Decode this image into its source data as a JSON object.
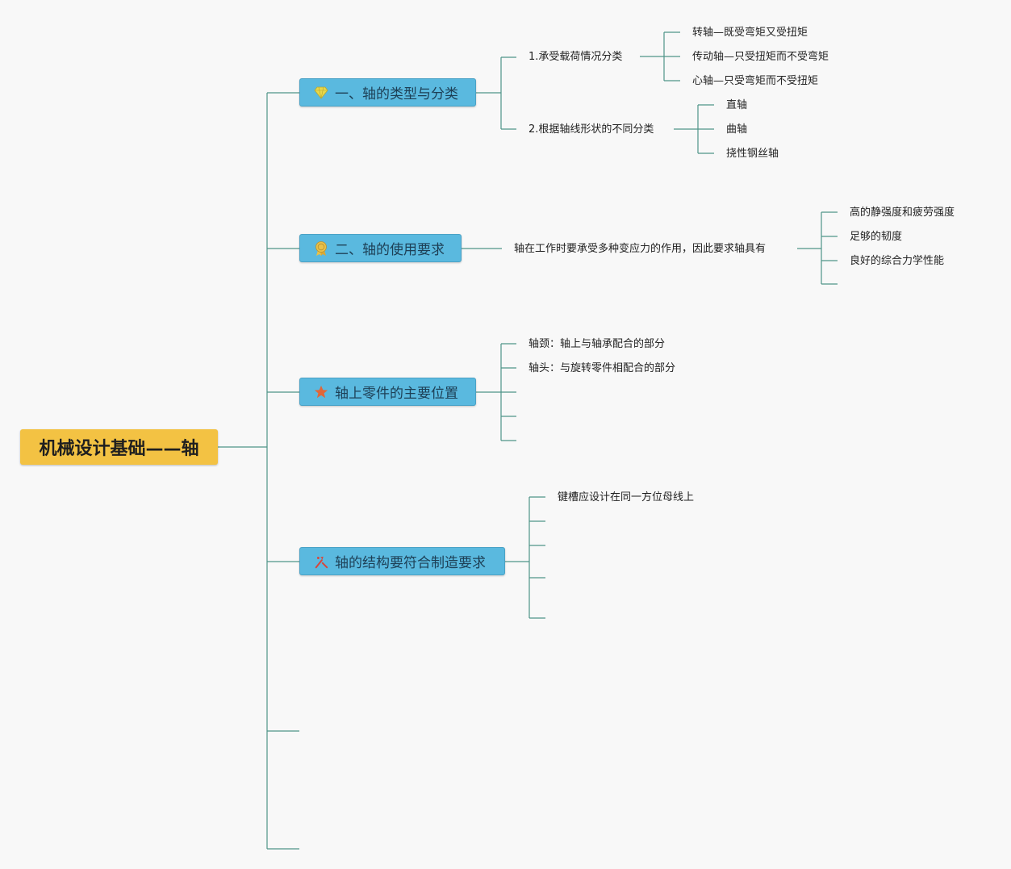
{
  "root": {
    "label": "机械设计基础——轴"
  },
  "branches": [
    {
      "label": "一、轴的类型与分类",
      "icon": "diamond-icon",
      "icon_color": "#e8d84a"
    },
    {
      "label": "二、轴的使用要求",
      "icon": "ribbon-badge-icon",
      "icon_color": "#e8c14a"
    },
    {
      "label": "轴上零件的主要位置",
      "icon": "star-icon",
      "icon_color": "#e0673a"
    },
    {
      "label": "轴的结构要符合制造要求",
      "icon": "tools-icon",
      "icon_color": "#d9453a"
    }
  ],
  "b1": {
    "sub1": {
      "label": "1.承受载荷情况分类",
      "items": [
        "转轴—既受弯矩又受扭矩",
        "传动轴—只受扭矩而不受弯矩",
        "心轴—只受弯矩而不受扭矩"
      ]
    },
    "sub2": {
      "label": "2.根据轴线形状的不同分类",
      "items": [
        "直轴",
        "曲轴",
        "挠性钢丝轴"
      ]
    }
  },
  "b2": {
    "sub": {
      "label": "轴在工作时要承受多种变应力的作用，因此要求轴具有",
      "items": [
        "高的静强度和疲劳强度",
        "足够的韧度",
        "良好的综合力学性能"
      ]
    }
  },
  "b3": {
    "items": [
      "轴颈：轴上与轴承配合的部分",
      "轴头：与旋转零件相配合的部分"
    ]
  },
  "b4": {
    "items": [
      "键槽应设计在同一方位母线上"
    ]
  },
  "colors": {
    "line": "#4f9488",
    "root_fill": "#f3c243",
    "branch_fill": "#5ab9df"
  }
}
